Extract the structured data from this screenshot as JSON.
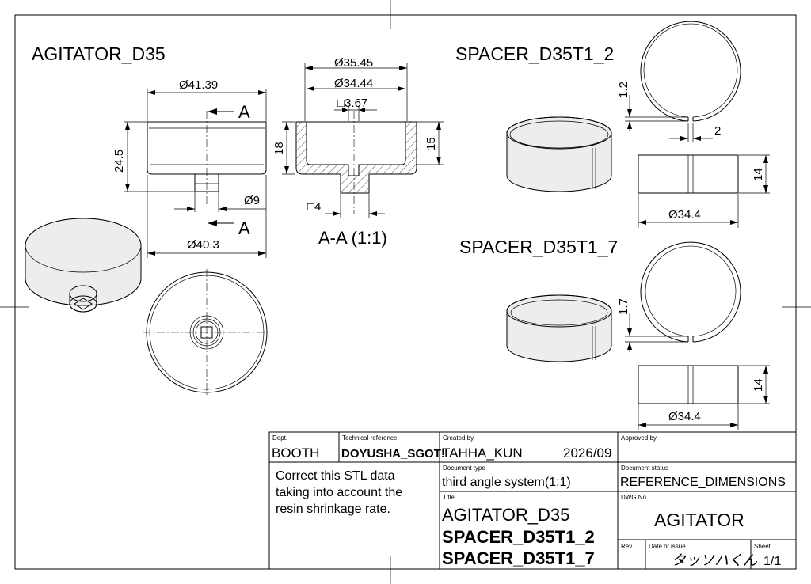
{
  "drawing": {
    "parts": [
      {
        "name": "AGITATOR_D35"
      },
      {
        "name": "SPACER_D35T1_2"
      },
      {
        "name": "SPACER_D35T1_7"
      }
    ],
    "section_label": "A",
    "section_view_title": "A-A (1:1)",
    "agitator_dims": {
      "top_dia": "Ø41.39",
      "bottom_dia": "Ø40.3",
      "height": "24.5",
      "boss_dia": "Ø9"
    },
    "section_dims": {
      "outer_dia": "Ø35.45",
      "inner_dia": "Ø34.44",
      "square_hole": "□3.67",
      "square_shaft": "□4",
      "outer_height": "18",
      "inner_height": "15"
    },
    "spacer1_dims": {
      "gap": "2",
      "thickness": "1.2",
      "dia": "Ø34.4",
      "height": "14"
    },
    "spacer2_dims": {
      "thickness": "1.7",
      "dia": "Ø34.4",
      "height": "14"
    }
  },
  "title_block": {
    "dept_label": "Dept.",
    "dept": "BOOTH",
    "tech_ref_label": "Technical reference",
    "tech_ref": "DOYUSHA_SGOT!",
    "created_by_label": "Created by",
    "created_by": "TAHHA_KUN",
    "created_date": "2026/09",
    "approved_by_label": "Approved by",
    "approved_by": "",
    "note_lines": [
      "Correct this STL data",
      "taking into account the",
      "resin shrinkage rate."
    ],
    "doc_type_label": "Document type",
    "doc_type": "third angle system(1:1)",
    "doc_status_label": "Document status",
    "doc_status": "REFERENCE_DIMENSIONS",
    "title_label": "Title",
    "title_lines": [
      "AGITATOR_D35",
      "SPACER_D35T1_2",
      "SPACER_D35T1_7"
    ],
    "dwg_no_label": "DWG No.",
    "dwg_no": "AGITATOR",
    "rev_label": "Rev.",
    "rev": "",
    "date_issue_label": "Date of issue",
    "signature": "タッソハくん",
    "sheet_label": "Sheet",
    "sheet": "1/1"
  }
}
